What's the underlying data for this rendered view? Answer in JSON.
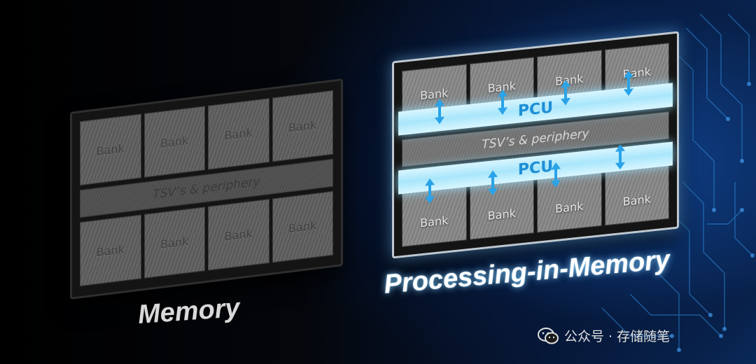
{
  "memory_chip": {
    "title": "Memory",
    "top_banks": [
      "Bank",
      "Bank",
      "Bank",
      "Bank"
    ],
    "periphery_label": "TSV’s & periphery",
    "bottom_banks": [
      "Bank",
      "Bank",
      "Bank",
      "Bank"
    ]
  },
  "pim_chip": {
    "title": "Processing-in-Memory",
    "top_banks": [
      "Bank",
      "Bank",
      "Bank",
      "Bank"
    ],
    "pcu_top_label": "PCU",
    "periphery_label": "TSV’s & periphery",
    "pcu_bottom_label": "PCU",
    "bottom_banks": [
      "Bank",
      "Bank",
      "Bank",
      "Bank"
    ]
  },
  "watermark": {
    "icon": "wechat-icon",
    "text": "公众号 · 存储随笔"
  },
  "colors": {
    "pcu_glow": "#a9e6fb",
    "pcu_text": "#1e8fd6",
    "arrow": "#2aa3e8",
    "circuit": "#2f8fe0"
  }
}
